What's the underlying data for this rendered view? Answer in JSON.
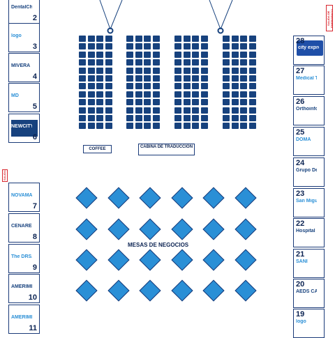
{
  "colors": {
    "navy": "#17427e",
    "table_blue": "#2a8fd6",
    "text_navy": "#0b2352",
    "red": "#d8262e"
  },
  "labels": {
    "coffee": "COFFEE",
    "cabina": "CABINA DE TRADUCCIÓN",
    "mesas": "MESAS DE NEGOCIOS",
    "salida_right": "SALIDA DE EMERGENCIA",
    "salida_left": "SALIDA"
  },
  "left_booths": [
    {
      "num": "2",
      "logo": "DentalCheck"
    },
    {
      "num": "3",
      "logo": "logo"
    },
    {
      "num": "4",
      "logo": "MIVERA"
    },
    {
      "num": "5",
      "logo": "MD"
    },
    {
      "num": "6",
      "logo": "NEWCITY"
    },
    {
      "num": "7",
      "logo": "NOVAMAR"
    },
    {
      "num": "8",
      "logo": "CENAREM"
    },
    {
      "num": "9",
      "logo": "The DRS."
    },
    {
      "num": "10",
      "logo": "AMERIMED"
    },
    {
      "num": "11",
      "logo": "AMERIMED"
    }
  ],
  "right_booths": [
    {
      "num": "28",
      "logo": "city express"
    },
    {
      "num": "27",
      "logo": "Medical Tourism"
    },
    {
      "num": "26",
      "logo": "Orthoinformatics"
    },
    {
      "num": "25",
      "logo": "DOMA"
    },
    {
      "num": "24",
      "logo": "Grupo Dental"
    },
    {
      "num": "23",
      "logo": "San Miguel"
    },
    {
      "num": "22",
      "logo": "Hospital"
    },
    {
      "num": "21",
      "logo": "SANI"
    },
    {
      "num": "20",
      "logo": "AEDS CARE"
    },
    {
      "num": "19",
      "logo": "logo"
    }
  ]
}
